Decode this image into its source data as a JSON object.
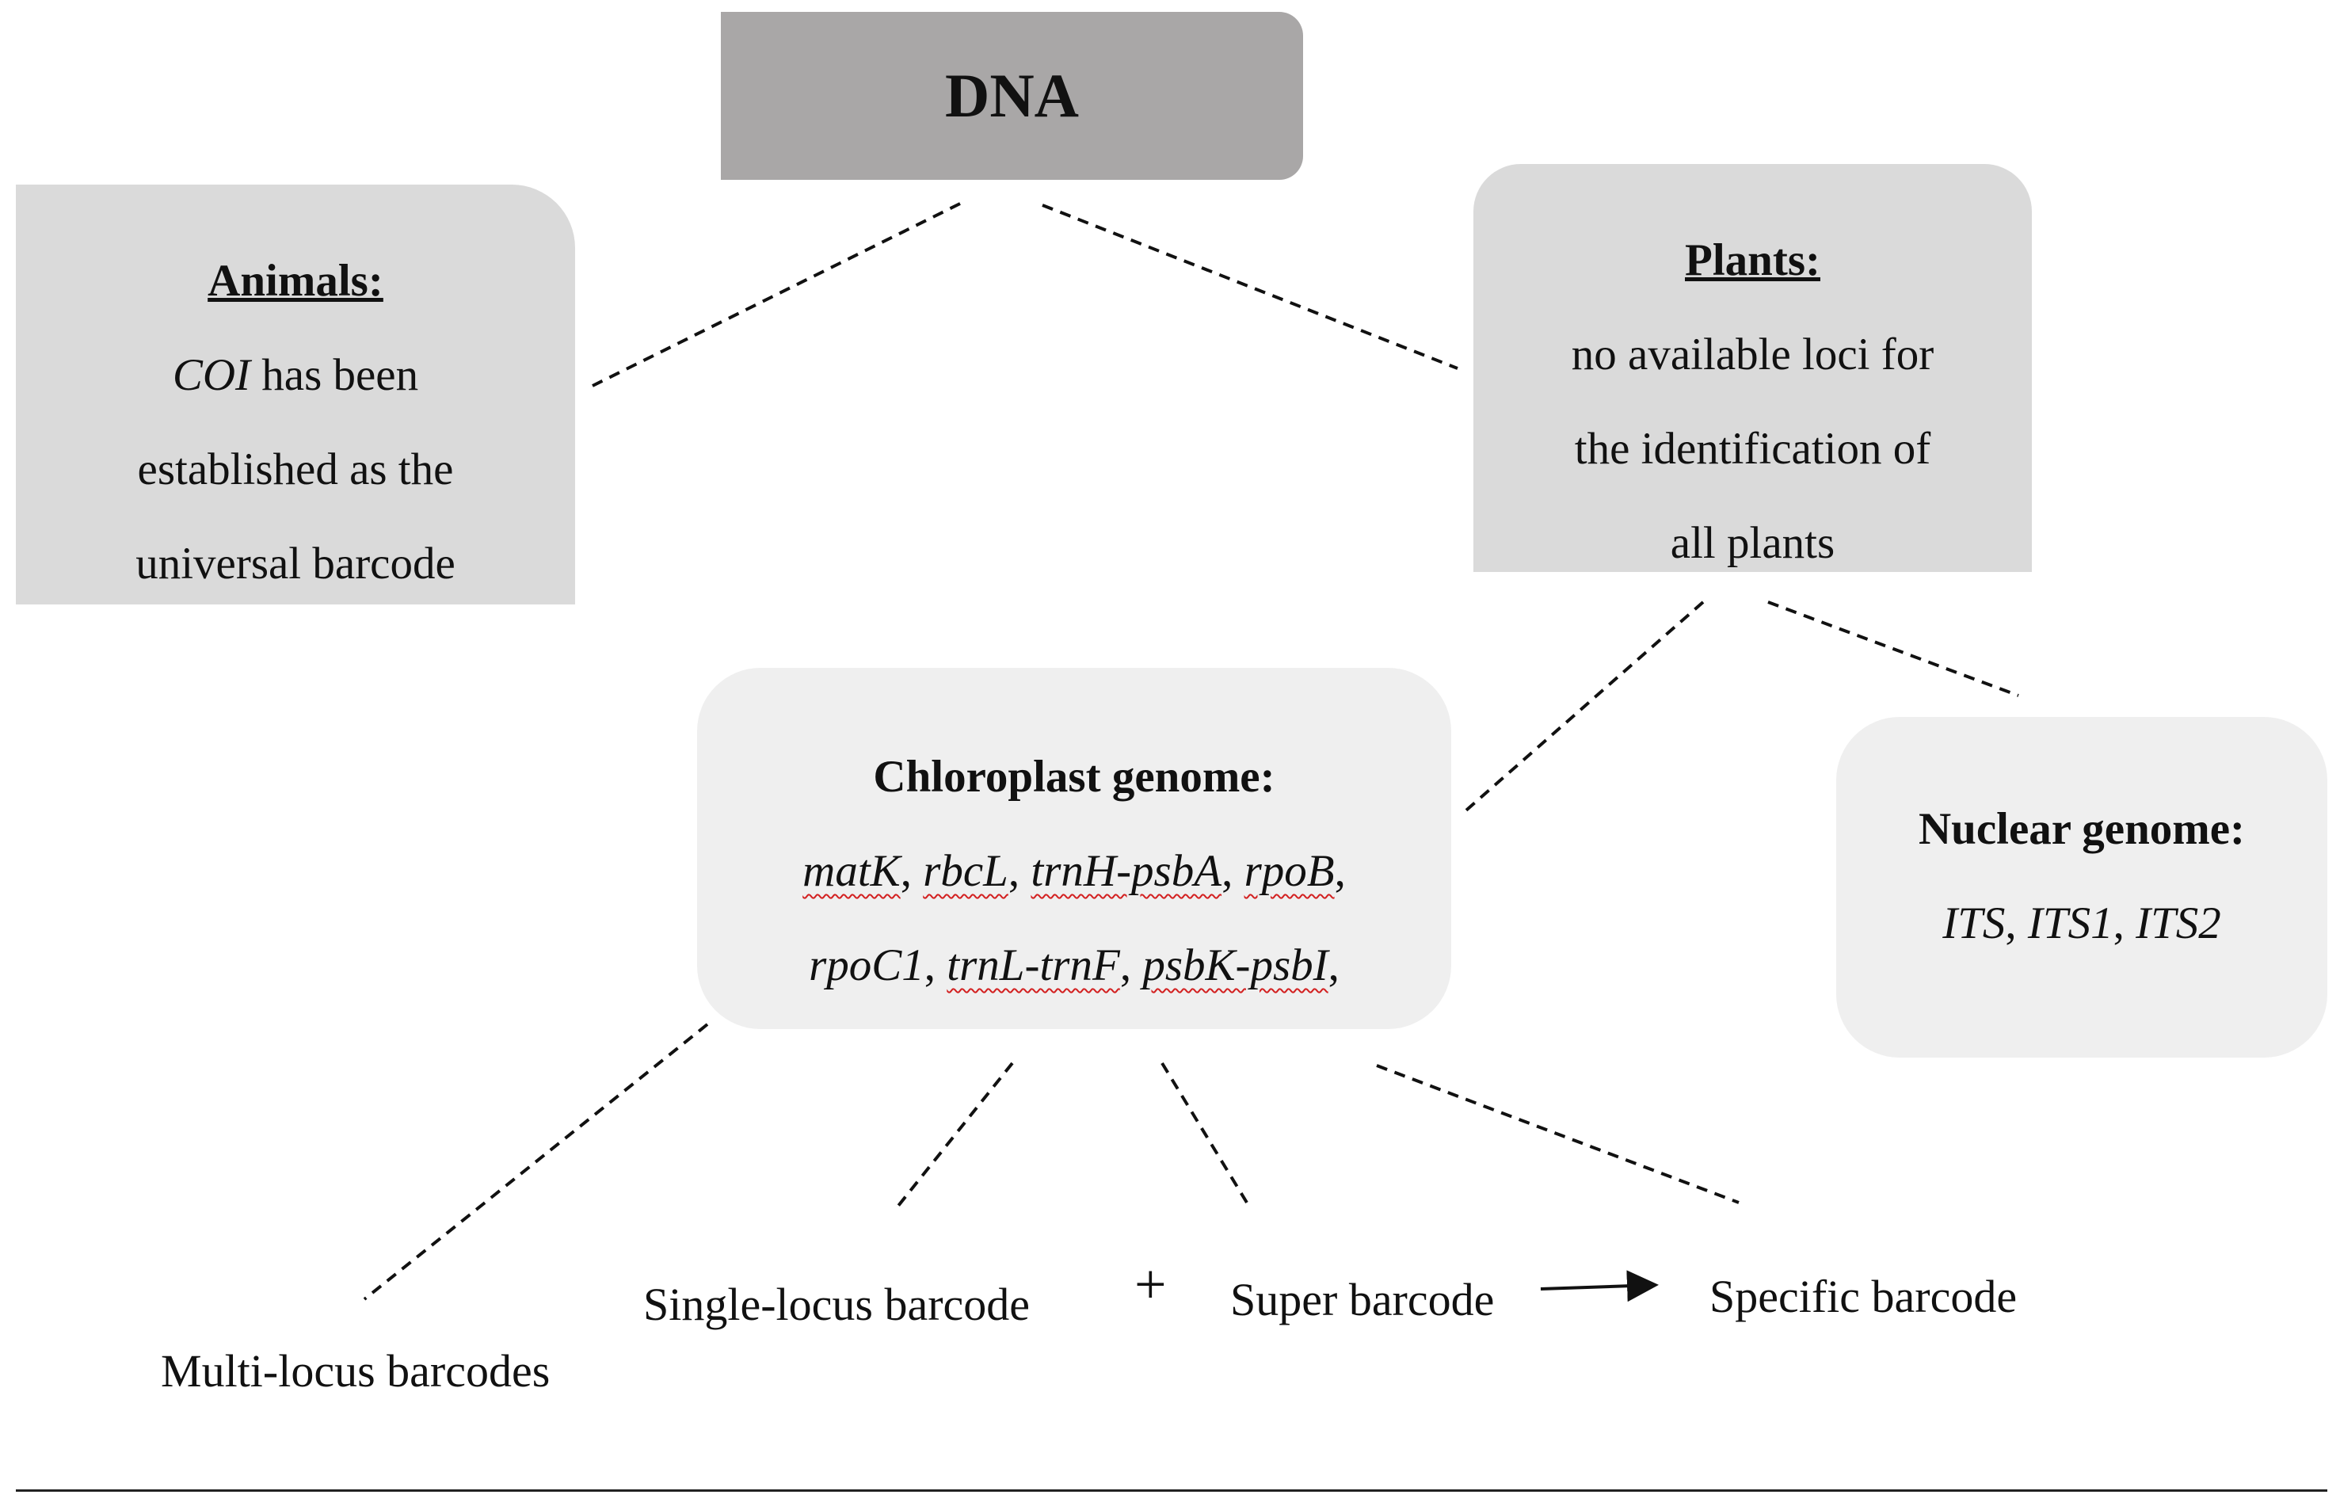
{
  "dna": {
    "label": "DNA"
  },
  "animals": {
    "title": "Animals:",
    "gene": "COI",
    "line1_rest": " has been",
    "line2": "established as the",
    "line3": "universal barcode"
  },
  "plants": {
    "title": "Plants:",
    "lines": [
      "no available loci for",
      "the identification of",
      "all plants"
    ]
  },
  "chloroplast": {
    "title": "Chloroplast genome:",
    "loci_row1": [
      "matK",
      "rbcL",
      "trnH-psbA",
      "rpoB"
    ],
    "loci_row2": [
      "rpoC1",
      "trnL-trnF",
      "psbK-psbI"
    ]
  },
  "nuclear": {
    "title": "Nuclear genome:",
    "loci": [
      "ITS",
      "ITS1",
      "ITS2"
    ]
  },
  "bottom": {
    "multi": "Multi-locus barcodes",
    "single": "Single-locus barcode",
    "plus": "+",
    "super": "Super barcode",
    "specific": "Specific barcode"
  },
  "colors": {
    "dna_box": "#a9a7a7",
    "dark_box": "#dadada",
    "light_box": "#efefef"
  }
}
